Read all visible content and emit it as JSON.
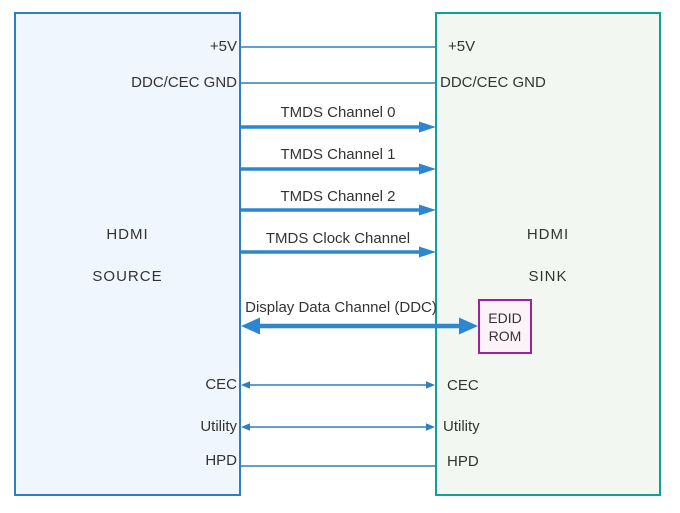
{
  "colors": {
    "source_box_fill": "#EFF6FD",
    "source_box_border": "#2D7FC1",
    "sink_box_fill": "#F2F8F1",
    "sink_box_border": "#0FA193",
    "edid_box_fill": "#FCF3F8",
    "edid_box_border": "#A0219E",
    "connector_thin_line": "#2E7FC2",
    "connector_arrow": "#2E86D2",
    "label_text": "#333333"
  },
  "source": {
    "title": "HDMI",
    "subtitle": "SOURCE",
    "ports": {
      "plus5v": "+5V",
      "ddc_cec_gnd": "DDC/CEC GND",
      "cec": "CEC",
      "utility": "Utility",
      "hpd": "HPD"
    }
  },
  "sink": {
    "title": "HDMI",
    "subtitle": "SINK",
    "ports": {
      "plus5v": "+5V",
      "ddc_cec_gnd": "DDC/CEC GND",
      "cec": "CEC",
      "utility": "Utility",
      "hpd": "HPD"
    },
    "edid": {
      "line1": "EDID",
      "line2": "ROM"
    }
  },
  "channels": {
    "tmds0": "TMDS Channel 0",
    "tmds1": "TMDS Channel 1",
    "tmds2": "TMDS Channel 2",
    "tmds_clock": "TMDS Clock Channel",
    "ddc": "Display Data Channel (DDC)"
  }
}
